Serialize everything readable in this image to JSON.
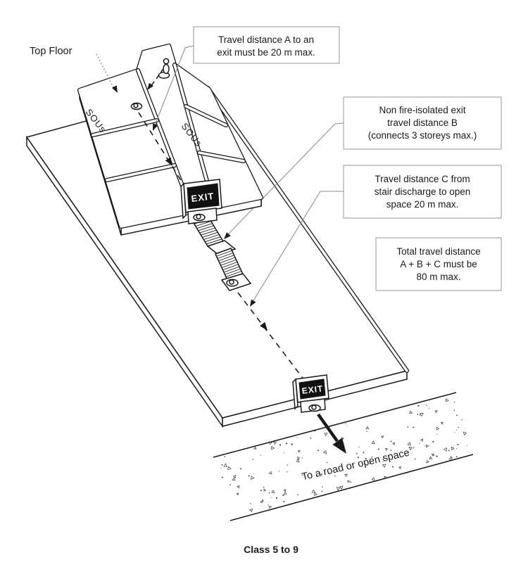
{
  "labels": {
    "top_floor": "Top Floor",
    "road": "To a road or open space",
    "caption": "Class 5 to 9",
    "exit": "EXIT"
  },
  "units": [
    "SOUs",
    "SOUs"
  ],
  "callouts": {
    "box1": {
      "lines": [
        "Travel distance A to an",
        "exit must be 20 m max."
      ]
    },
    "box2": {
      "lines": [
        "Non fire-isolated exit",
        "travel distance B",
        "(connects 3 storeys max.)"
      ]
    },
    "box3": {
      "lines": [
        "Travel distance C from",
        "stair discharge to open",
        "space 20 m max."
      ]
    },
    "box4": {
      "lines": [
        "Total travel distance",
        "A + B + C must be",
        "80 m max."
      ]
    }
  },
  "icons": [
    "person-icon",
    "exit-sign-icon",
    "stair-icon",
    "route-arrow-icon"
  ],
  "colors": {
    "line": "#1a1a1a",
    "leader": "#8f8f8f",
    "box_border": "#a6a6a6",
    "exit_bg": "#111111",
    "stipple": "#3a3a3a",
    "bg": "#ffffff"
  }
}
